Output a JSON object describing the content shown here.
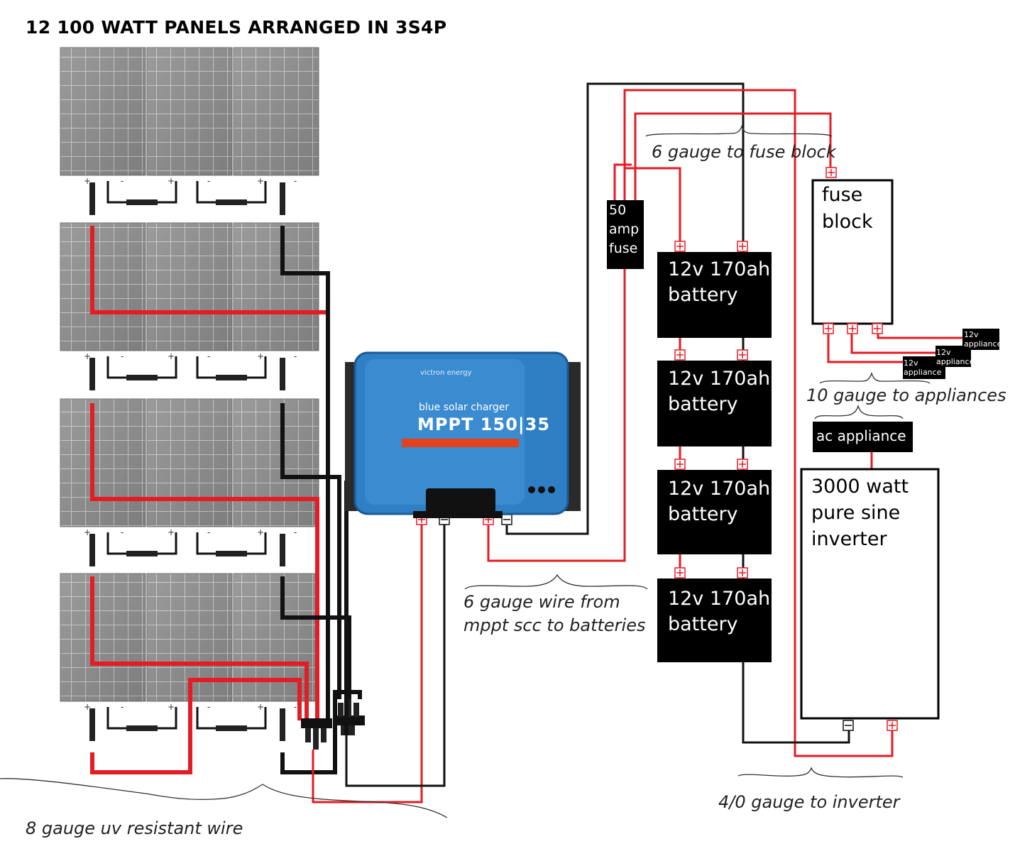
{
  "title": "12 100 WATT PANELS ARRANGED IN  3S4P",
  "panel_terminals": {
    "plus": "+",
    "minus": "-"
  },
  "batteries": [
    "12v 170ah\nbattery",
    "12v 170ah\nbattery",
    "12v 170ah\nbattery",
    "12v 170ah\nbattery"
  ],
  "fuse": "50\namp\nfuse",
  "fuse_block": "fuse\nblock",
  "appliances": [
    "12v\nappliance",
    "12v\nappliance",
    "12v\nappliance"
  ],
  "ac_appliance": "ac appliance",
  "inverter": "3000 watt\npure sine\ninverter",
  "controller": {
    "brand": "victron energy",
    "line1": "blue solar charger",
    "line2": "MPPT 150|35"
  },
  "notes": {
    "fuse_block_wire": "6 gauge to fuse block",
    "appliance_wire": "10 gauge to appliances",
    "mppt_wire": "6 gauge wire from\nmppt scc to batteries",
    "pv_wire": "8 gauge uv resistant wire",
    "inverter_wire": "4/0 gauge to inverter"
  },
  "colors": {
    "positive_wire": "#e41c24",
    "negative_wire": "#111111",
    "panel": "#8a8a8a",
    "controller": "#2f7fc4"
  }
}
